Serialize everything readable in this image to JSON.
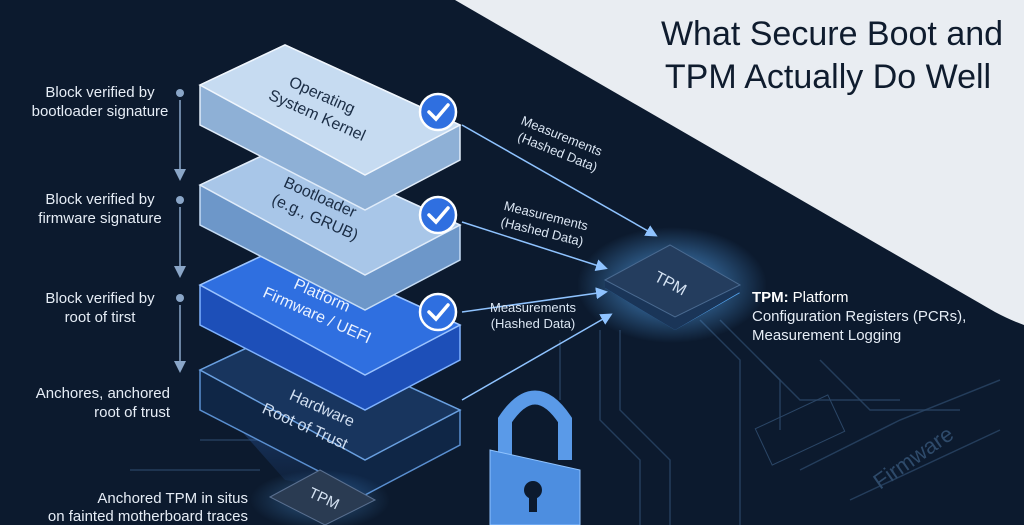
{
  "title": [
    "What Secure Boot and",
    "TPM Actually Do Well"
  ],
  "layers": [
    {
      "lines": [
        "Operating",
        "System Kernel"
      ],
      "verified": true
    },
    {
      "lines": [
        "Bootloader",
        "(e.g., GRUB)"
      ],
      "verified": true
    },
    {
      "lines": [
        "Platform",
        "Firmware / UEFI"
      ],
      "verified": true
    },
    {
      "lines": [
        "Hardware",
        "Root of Trust"
      ],
      "verified": false
    }
  ],
  "left_labels": [
    [
      "Block verified by",
      "bootloader signature"
    ],
    [
      "Block verified by",
      "firmware signature"
    ],
    [
      "Block verified by",
      "root of tirst"
    ],
    [
      "Anchores, anchored",
      "root of trust"
    ],
    [
      "Anchored TPM in situs",
      "on fainted motherboard traces"
    ]
  ],
  "measurements": [
    [
      "Measurements",
      "(Hashed Data)"
    ],
    [
      "Measurements",
      "(Hashed Data)"
    ],
    [
      "Measurements",
      "(Hashed Data)"
    ]
  ],
  "tpm_chip_label": "TPM",
  "bottom_chip_label": "TPM",
  "tpm_desc": {
    "bold": "TPM:",
    "lines": [
      "Platform",
      "Configuration Registers (PCRs),",
      "Measurement Logging"
    ]
  },
  "firmware_label": "Firmware",
  "colors": {
    "background": "#0c1a2e",
    "accent": "#2f6fe0",
    "glow": "#5ab0ff",
    "panel": "#e9edf2"
  }
}
